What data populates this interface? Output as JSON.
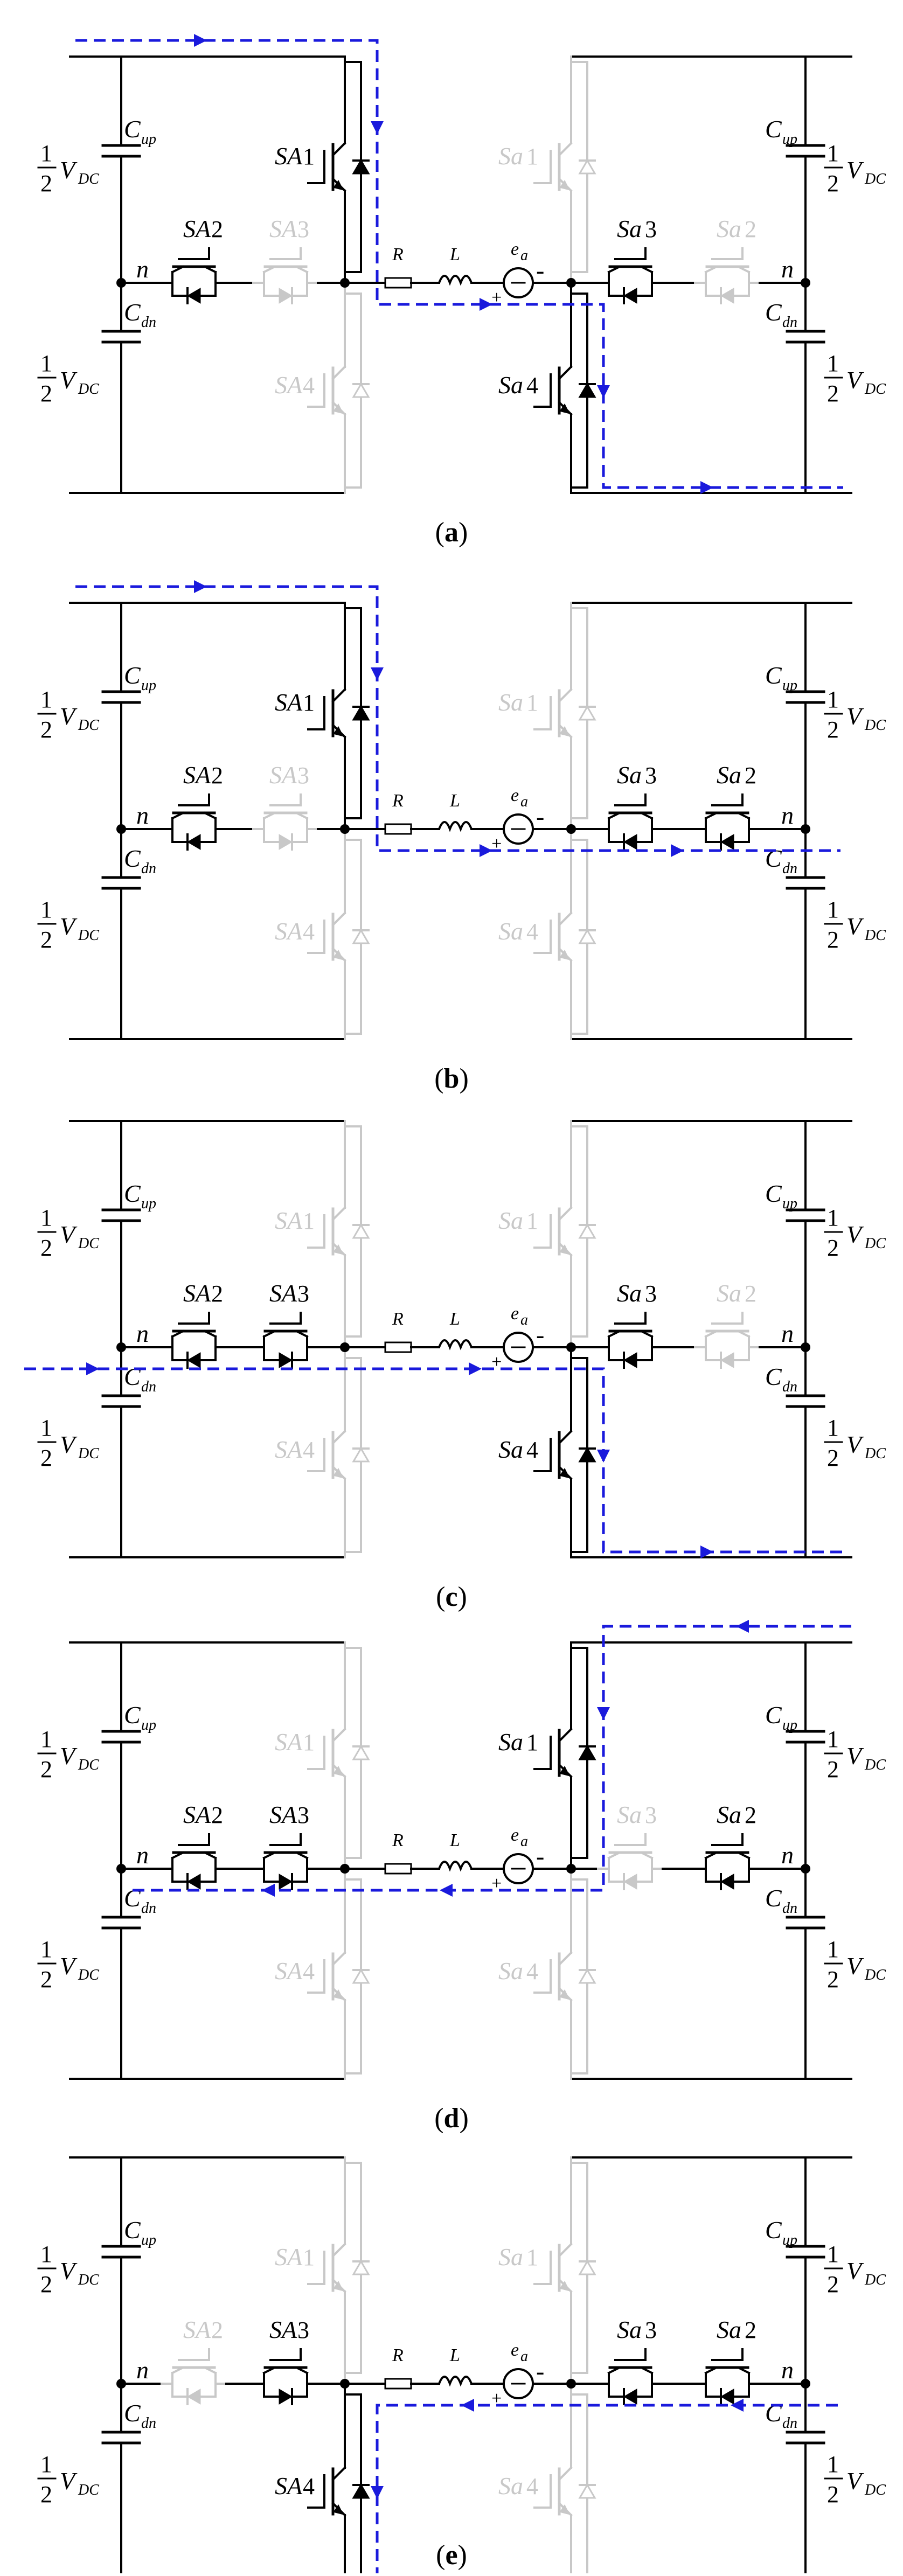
{
  "panels": [
    {
      "caption": "a",
      "off": [
        "SA3",
        "SA4",
        "Sa1",
        "Sa2"
      ],
      "current_path": "right",
      "arrow_fill": [
        "SA1-diode",
        "Sa4-igbt"
      ]
    },
    {
      "caption": "b",
      "off": [
        "SA3",
        "SA4",
        "Sa1",
        "Sa4"
      ],
      "current_path": "mid-right",
      "arrow_fill": [
        "SA1-diode",
        "Sa3-diode",
        "Sa2-diode"
      ]
    },
    {
      "caption": "c",
      "off": [
        "SA1",
        "SA4",
        "Sa1",
        "Sa2"
      ],
      "current_path": "n-right",
      "arrow_fill": [
        "SA2-diode",
        "SA3-diode",
        "Sa4-igbt"
      ]
    },
    {
      "caption": "d",
      "off": [
        "SA1",
        "SA4",
        "Sa3",
        "Sa4"
      ],
      "current_path": "left-top",
      "arrow_fill": [
        "Sa1-igbt",
        "SA2-diode",
        "SA3-diode",
        "Sa2-diode"
      ]
    },
    {
      "caption": "e",
      "off": [
        "SA1",
        "SA2",
        "Sa1",
        "Sa4"
      ],
      "current_path": "right-left",
      "arrow_fill": [
        "SA4-igbt",
        "SA3-diode",
        "Sa3-diode",
        "Sa2-diode"
      ]
    }
  ],
  "labels": {
    "SA1": "SA1",
    "SA2": "SA2",
    "SA3": "SA3",
    "SA4": "SA4",
    "Sa1": "Sa1",
    "Sa2": "Sa2",
    "Sa3": "Sa3",
    "Sa4": "Sa4",
    "R": "R",
    "L": "L",
    "e": "e",
    "e_sub": "a",
    "C": "C",
    "up": "up",
    "dn": "dn",
    "half_num": "1",
    "half_den": "2",
    "V": "V",
    "DC": "DC",
    "n": "n",
    "plus": "+",
    "minus": "-"
  },
  "colors": {
    "line": "#000000",
    "off": "#c8c8c8",
    "current": "#1a1adc"
  }
}
